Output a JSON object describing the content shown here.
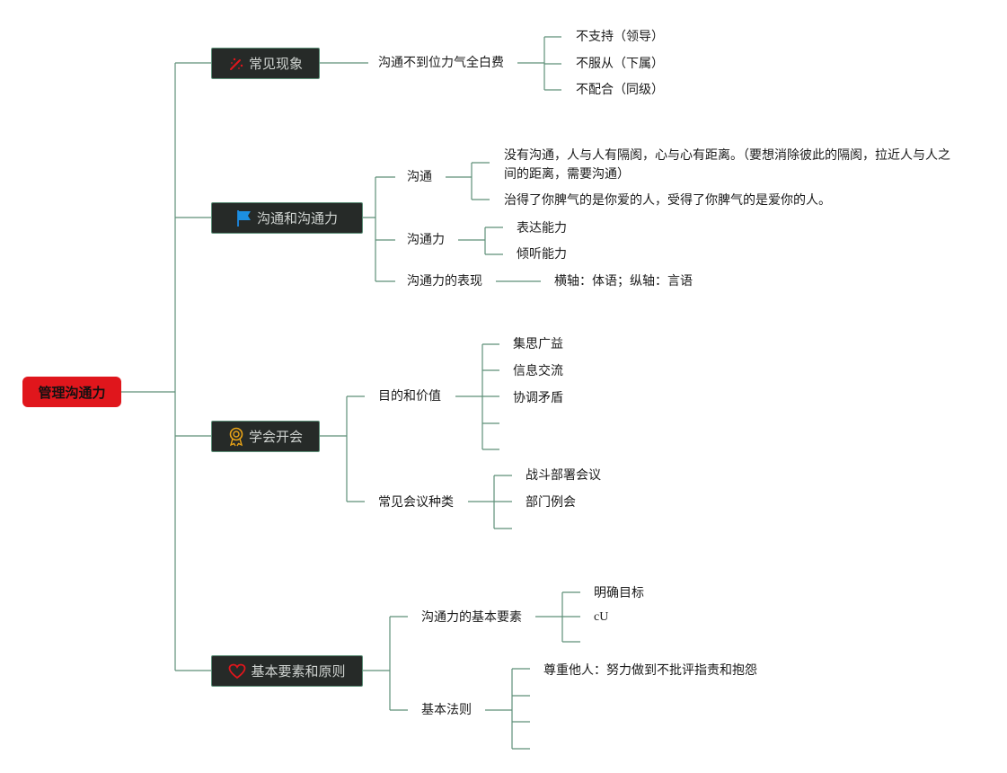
{
  "root": {
    "label": "管理沟通力"
  },
  "branches": [
    {
      "label": "常见现象",
      "icon": "magic-wand-icon",
      "children": [
        {
          "label": "沟通不到位力气全白费",
          "children": [
            "不支持（领导）",
            "不服从（下属）",
            "不配合（同级）"
          ]
        }
      ]
    },
    {
      "label": "沟通和沟通力",
      "icon": "flag-icon",
      "children": [
        {
          "label": "沟通",
          "children": [
            "没有沟通，人与人有隔阂，心与心有距离。（要想消除彼此的隔阂，拉近人与人之间的距离，需要沟通）",
            "治得了你脾气的是你爱的人，受得了你脾气的是爱你的人。"
          ]
        },
        {
          "label": "沟通力",
          "children": [
            "表达能力",
            "倾听能力"
          ]
        },
        {
          "label": "沟通力的表现",
          "children": [
            "横轴：体语；纵轴：言语"
          ]
        }
      ]
    },
    {
      "label": "学会开会",
      "icon": "award-ribbon-icon",
      "children": [
        {
          "label": "目的和价值",
          "children": [
            "集思广益",
            "信息交流",
            "协调矛盾",
            "",
            ""
          ]
        },
        {
          "label": "常见会议种类",
          "children": [
            "战斗部署会议",
            "部门例会",
            ""
          ]
        }
      ]
    },
    {
      "label": "基本要素和原则",
      "icon": "heart-icon",
      "children": [
        {
          "label": "沟通力的基本要素",
          "children": [
            "明确目标",
            "cU",
            ""
          ]
        },
        {
          "label": "基本法则",
          "children": [
            "尊重他人：努力做到不批评指责和抱怨",
            "",
            "",
            ""
          ]
        }
      ]
    }
  ],
  "colors": {
    "root": "#e0161c",
    "branch_bg": "#262a28",
    "branch_border": "#5d8f78",
    "link": "#5d8f78"
  }
}
